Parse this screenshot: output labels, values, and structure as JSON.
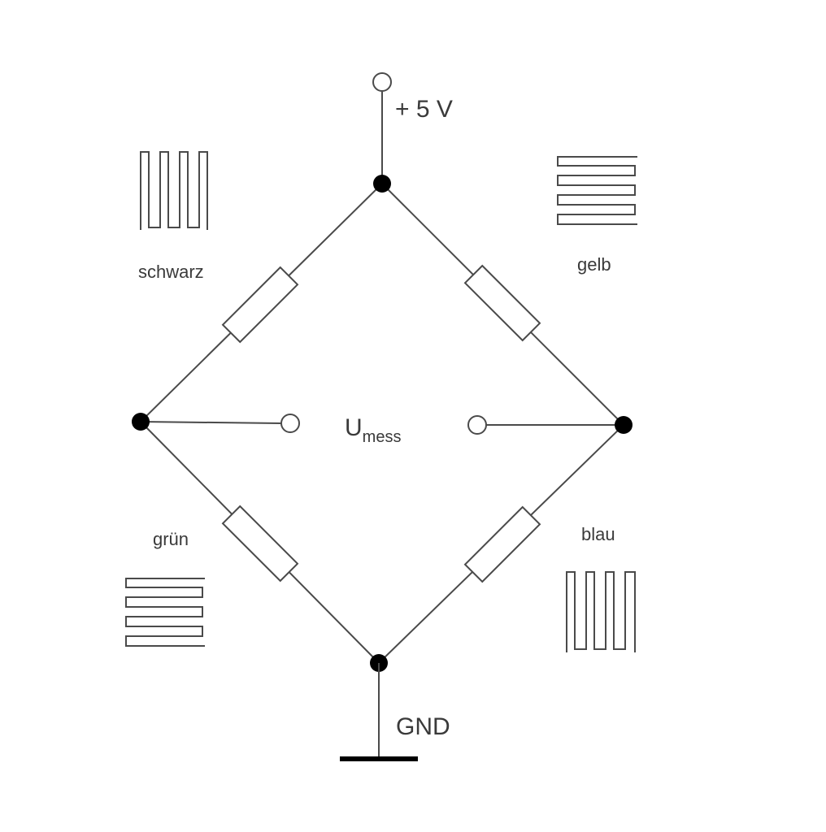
{
  "labels": {
    "supply": "+ 5 V",
    "ground": "GND",
    "measure_main": "U",
    "measure_sub": "mess",
    "top_left": "schwarz",
    "top_right": "gelb",
    "bottom_left": "grün",
    "bottom_right": "blau"
  },
  "gauges": {
    "top_left": "vertical",
    "top_right": "horizontal",
    "bottom_left": "horizontal",
    "bottom_right": "vertical"
  }
}
